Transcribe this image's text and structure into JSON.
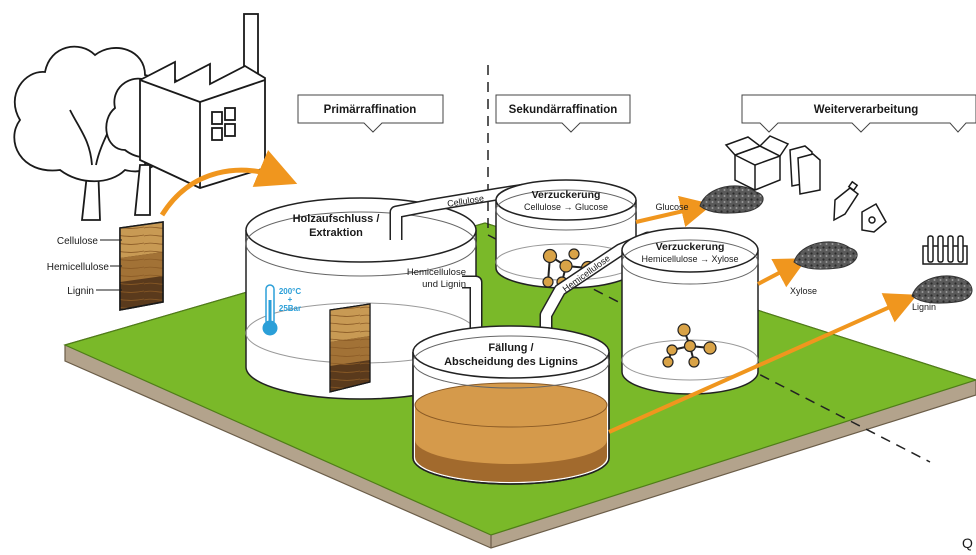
{
  "sections": {
    "primary": "Primärraffination",
    "secondary": "Sekundärraffination",
    "further": "Weiterverarbeitung"
  },
  "wood_layers": {
    "cellulose": "Cellulose",
    "hemicellulose": "Hemicellulose",
    "lignin": "Lignin"
  },
  "tanks": {
    "pulping": {
      "title_line1": "Holzaufschluss /",
      "title_line2": "Extraktion"
    },
    "thermometer": {
      "temp": "200°C",
      "plus": "+",
      "pressure": "25Bar"
    },
    "precipitation": {
      "title_line1": "Fällung /",
      "title_line2": "Abscheidung des Lignins"
    },
    "sacch1": {
      "title": "Verzuckerung",
      "subtitle": "Cellulose → Glucose"
    },
    "sacch2": {
      "title": "Verzuckerung",
      "subtitle": "Hemicellulose → Xylose"
    }
  },
  "flows": {
    "pipe_cellulose": "Cellulose",
    "pipe_hemicellulose": "Hemicellulose",
    "outlet_label_line1": "Hemicellulose",
    "outlet_label_line2": "und Lignin",
    "glucose": "Glucose",
    "xylose": "Xylose",
    "lignin": "Lignin"
  },
  "corner_text": "Q",
  "colors": {
    "ground": "#7ab929",
    "ground_edge": "#b3a38c",
    "arrow": "#f0961e",
    "liquid": "#d59a4b",
    "liquid_dark": "#a26a2d",
    "molecule": "#d9a347",
    "thermo": "#2b9fd8"
  }
}
